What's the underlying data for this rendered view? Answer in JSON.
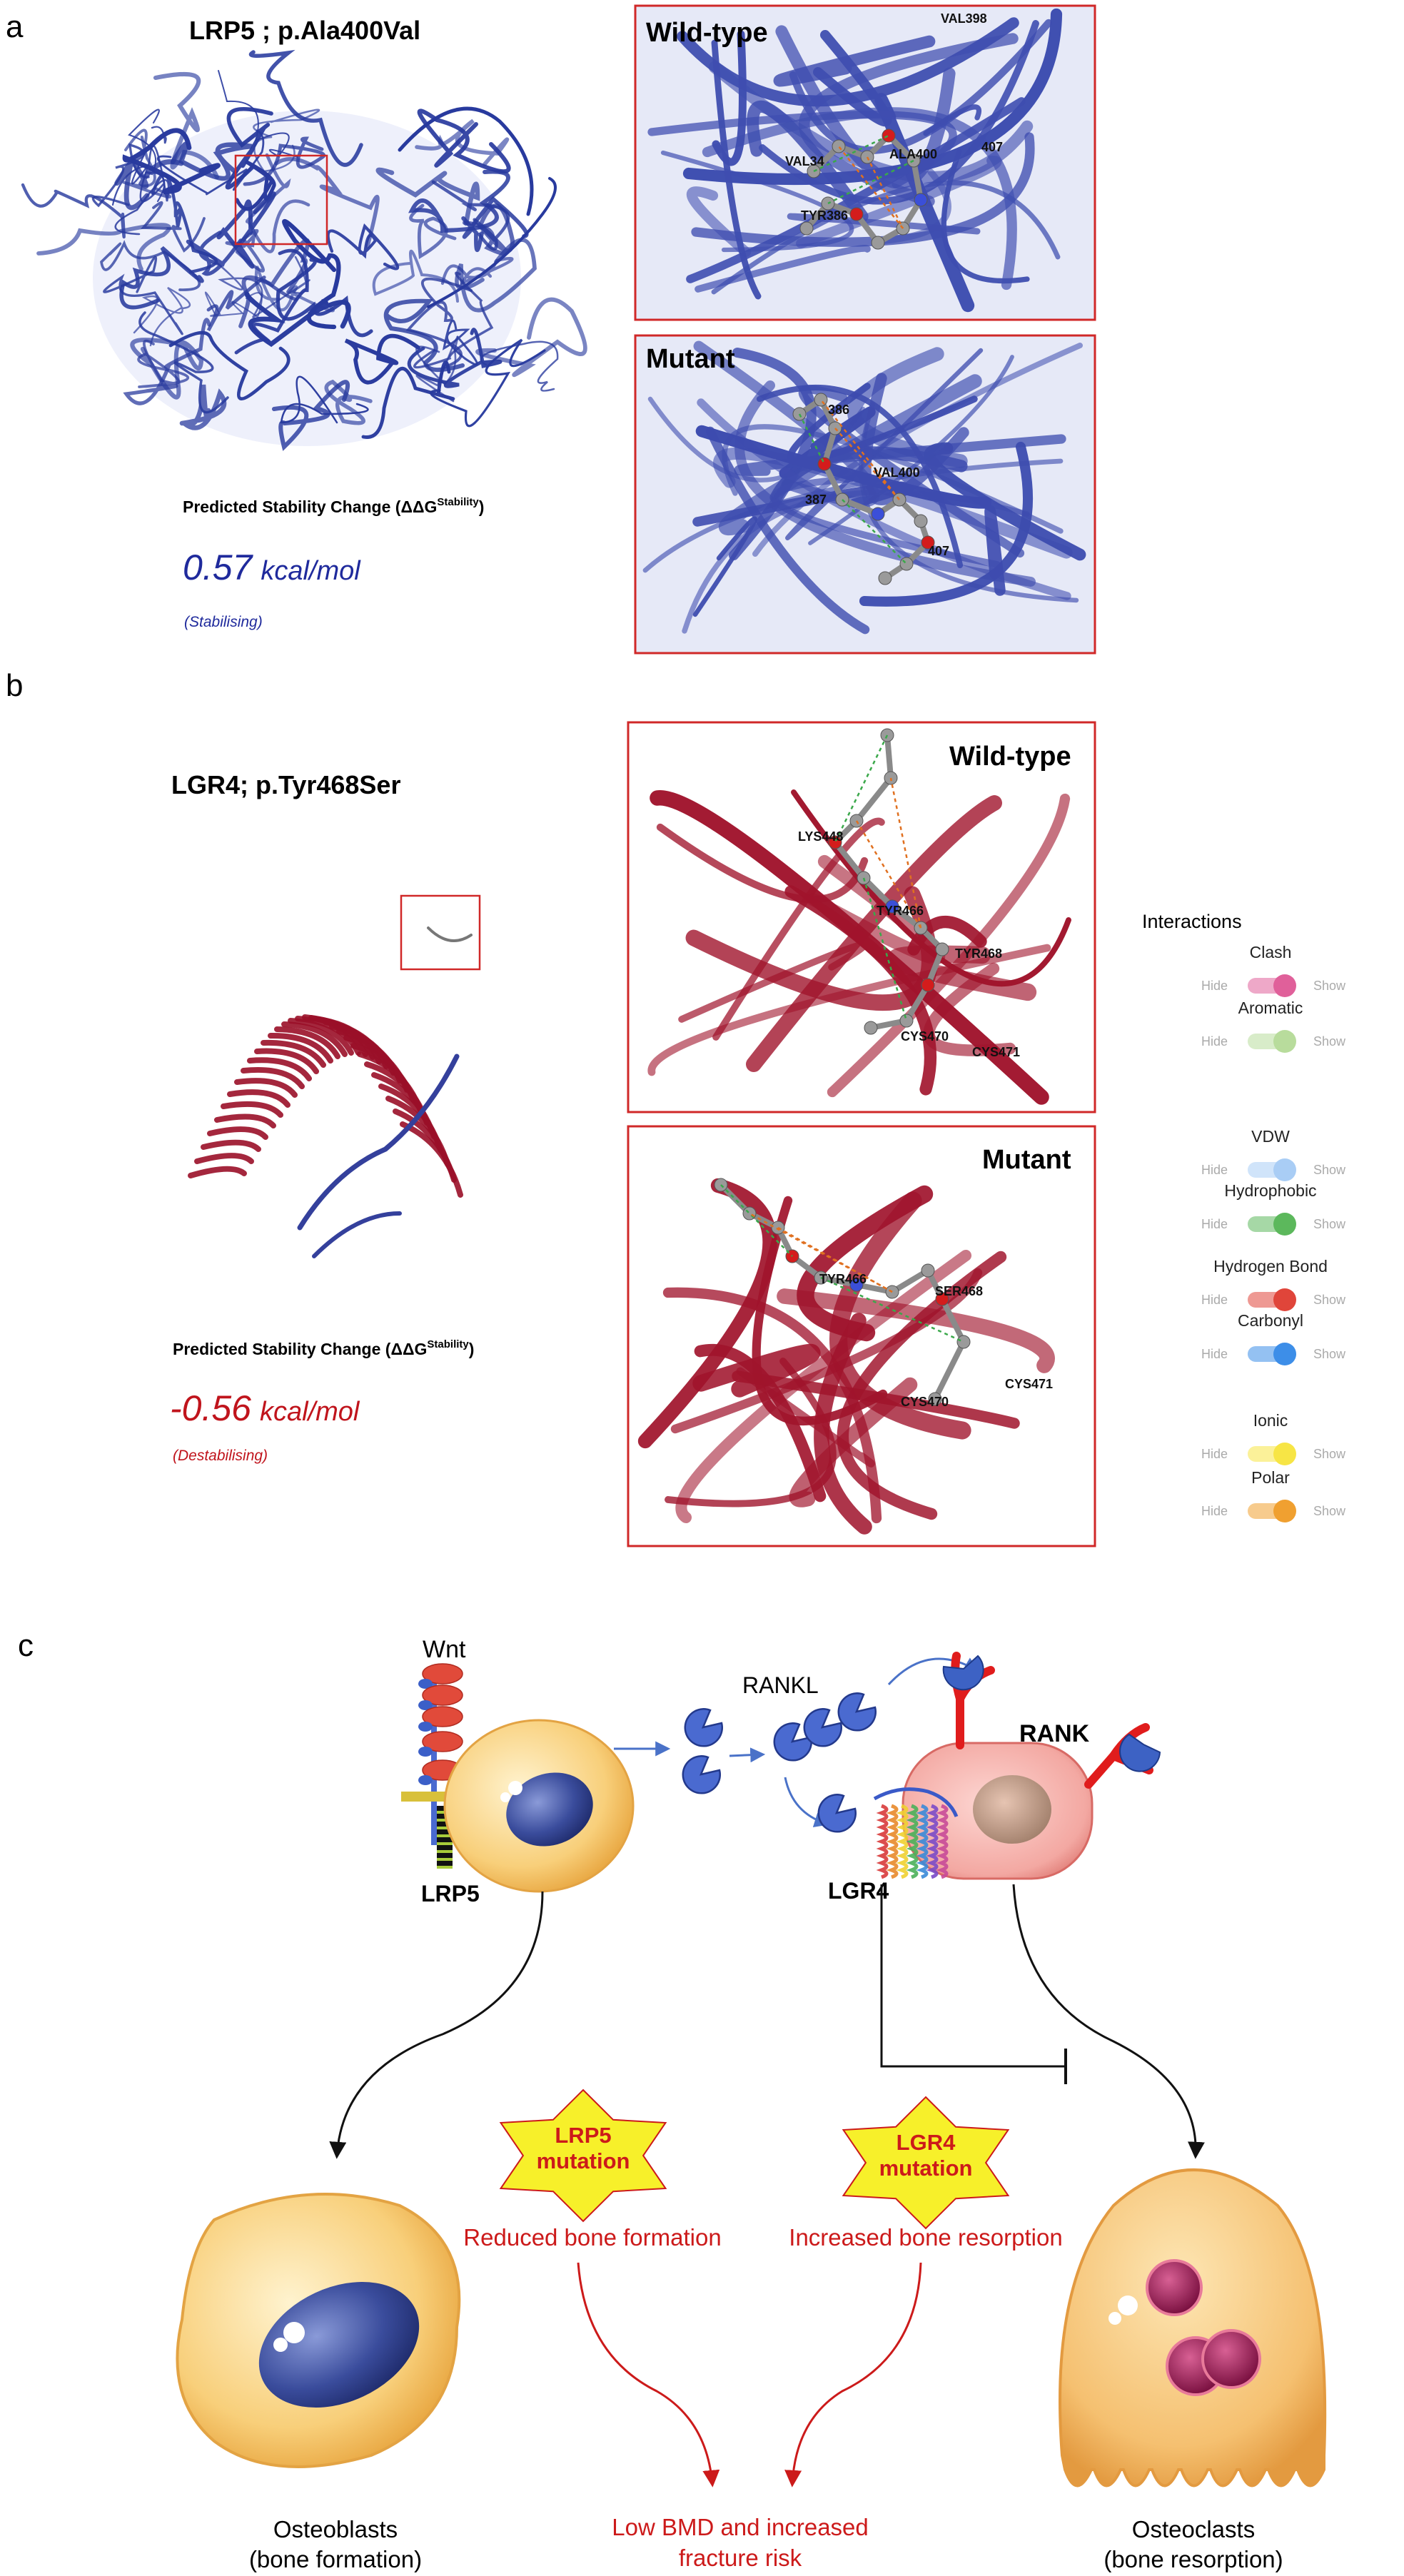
{
  "panel_a": {
    "letter": "a",
    "title": "LRP5 ; p.Ala400Val",
    "stability_label": "Predicted Stability Change (ΔΔG",
    "stability_sup": "Stability",
    "stability_close": ")",
    "value": "0.57",
    "unit": "kcal/mol",
    "effect": "(Stabilising)",
    "value_color": "#1f2a9c",
    "wt_title": "Wild-type",
    "mut_title": "Mutant",
    "wt_labels": [
      "VAL398",
      "ALA400",
      "407",
      "VAL34",
      "TYR386"
    ],
    "mut_labels": [
      "386",
      "VAL400",
      "387",
      "407"
    ]
  },
  "panel_b": {
    "letter": "b",
    "title": "LGR4; p.Tyr468Ser",
    "stability_label": "Predicted Stability Change (ΔΔG",
    "stability_sup": "Stability",
    "stability_close": ")",
    "value": "-0.56",
    "unit": "kcal/mol",
    "effect": "(Destabilising)",
    "value_color": "#c0141c",
    "wt_title": "Wild-type",
    "mut_title": "Mutant",
    "wt_labels": [
      "LYS448",
      "TYR466",
      "TYR468",
      "CYS470",
      "CYS471"
    ],
    "mut_labels": [
      "TYR466",
      "SER468",
      "CYS471",
      "CYS470"
    ]
  },
  "legend": {
    "title": "Interactions",
    "hide": "Hide",
    "show": "Show",
    "items": [
      {
        "name": "Clash",
        "color": "#e0609a"
      },
      {
        "name": "Aromatic",
        "color": "#b8dc9c"
      },
      {
        "name": "VDW",
        "color": "#a9cdf5"
      },
      {
        "name": "Hydrophobic",
        "color": "#5cb85c"
      },
      {
        "name": "Hydrogen Bond",
        "color": "#e0453a"
      },
      {
        "name": "Carbonyl",
        "color": "#3d8ee8"
      },
      {
        "name": "Ionic",
        "color": "#f7e545"
      },
      {
        "name": "Polar",
        "color": "#f0a030"
      }
    ]
  },
  "panel_c": {
    "letter": "c",
    "wnt": "Wnt",
    "rankl": "RANKL",
    "rank": "RANK",
    "lrp5": "LRP5",
    "lgr4": "LGR4",
    "lrp5_mutation": [
      "LRP5",
      "mutation"
    ],
    "lgr4_mutation": [
      "LGR4",
      "mutation"
    ],
    "reduced": "Reduced bone formation",
    "increased": "Increased bone resorption",
    "outcome": [
      "Low BMD and increased",
      "fracture risk"
    ],
    "osteoblasts": [
      "Osteoblasts",
      "(bone formation)"
    ],
    "osteoclasts": [
      "Osteoclasts",
      "(bone resorption)"
    ],
    "red": "#cc1a1a",
    "star_fill": "#f7f02a"
  }
}
